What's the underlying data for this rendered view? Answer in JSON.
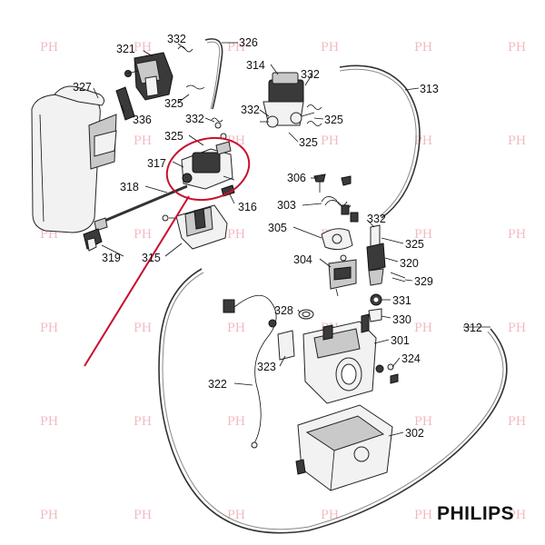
{
  "brand": "PHILIPS",
  "watermark_text": "PH",
  "colors": {
    "highlight": "#c8102e",
    "line": "#111111",
    "watermark": "#f2b8bf"
  },
  "parts": {
    "p301": "301",
    "p302": "302",
    "p303": "303",
    "p304": "304",
    "p305": "305",
    "p306": "306",
    "p312": "312",
    "p313": "313",
    "p314": "314",
    "p315": "315",
    "p316": "316",
    "p317": "317",
    "p318": "318",
    "p319": "319",
    "p320": "320",
    "p321": "321",
    "p322": "322",
    "p323": "323",
    "p324": "324",
    "p325": "325",
    "p326": "326",
    "p327": "327",
    "p328": "328",
    "p329": "329",
    "p330": "330",
    "p331": "331",
    "p332": "332",
    "p336": "336"
  }
}
